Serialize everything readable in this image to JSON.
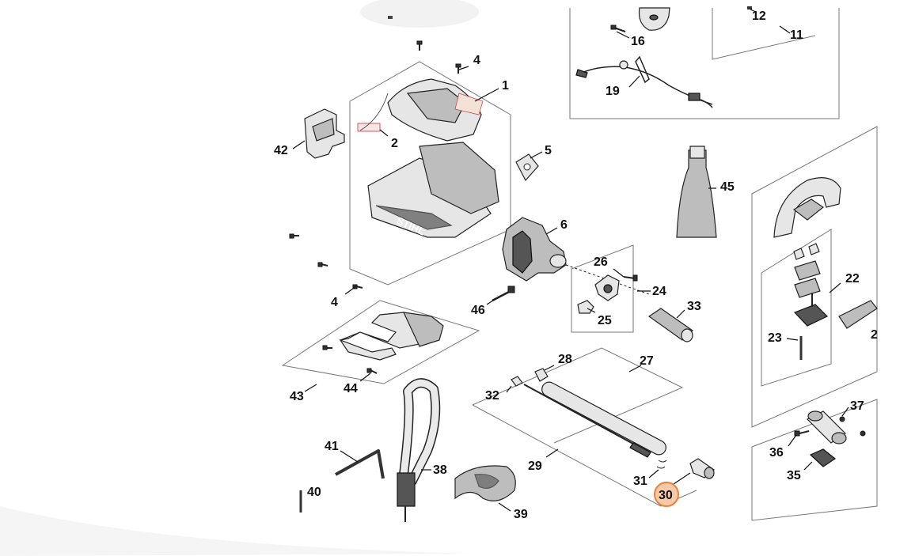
{
  "diagram": {
    "highlight": {
      "label": "30",
      "fill": "#f6c9a8",
      "stroke": "#e8833a"
    },
    "labels": {
      "l1": "1",
      "l2": "2",
      "l4a": "4",
      "l4b": "4",
      "l5": "5",
      "l6": "6",
      "l11": "11",
      "l12": "12",
      "l16": "16",
      "l19": "19",
      "l22": "22",
      "l23": "23",
      "l24": "24",
      "l25": "25",
      "l26": "26",
      "l27": "27",
      "l28": "28",
      "l29": "29",
      "l30": "30",
      "l31": "31",
      "l32": "32",
      "l33": "33",
      "l35": "35",
      "l36": "36",
      "l37": "37",
      "l38": "38",
      "l39": "39",
      "l40": "40",
      "l41": "41",
      "l42": "42",
      "l43": "43",
      "l44": "44",
      "l45": "45",
      "l46": "46",
      "l2cut": "2"
    },
    "housing_brand": "STIHL"
  }
}
